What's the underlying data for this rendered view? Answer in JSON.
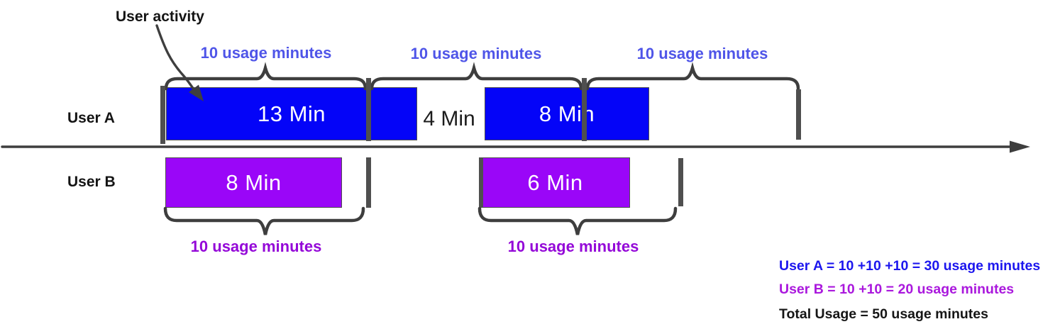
{
  "annotation": {
    "label": "User activity"
  },
  "colors": {
    "bar_blue": "#0404f8",
    "bar_purple": "#9a06f8",
    "label_blue": "#4f55e8",
    "label_purple": "#9408d8",
    "summary_blue": "#1c16ee",
    "summary_purple": "#aa18dd",
    "ink": "#3e3e3e",
    "tick": "#4f4f4f"
  },
  "user_a": {
    "label": "User A",
    "bar1_label": "13 Min",
    "gap_label": "4 Min",
    "bar2_label": "8 Min",
    "block_labels": [
      "10 usage minutes",
      "10 usage minutes",
      "10 usage minutes"
    ]
  },
  "user_b": {
    "label": "User B",
    "bar1_label": "8 Min",
    "bar2_label": "6 Min",
    "block_labels": [
      "10 usage minutes",
      "10 usage minutes"
    ]
  },
  "summary": {
    "user_a": "User A = 10 +10 +10 = 30 usage minutes",
    "user_b": "User B = 10 +10 = 20 usage minutes",
    "total": "Total Usage = 50 usage minutes"
  }
}
